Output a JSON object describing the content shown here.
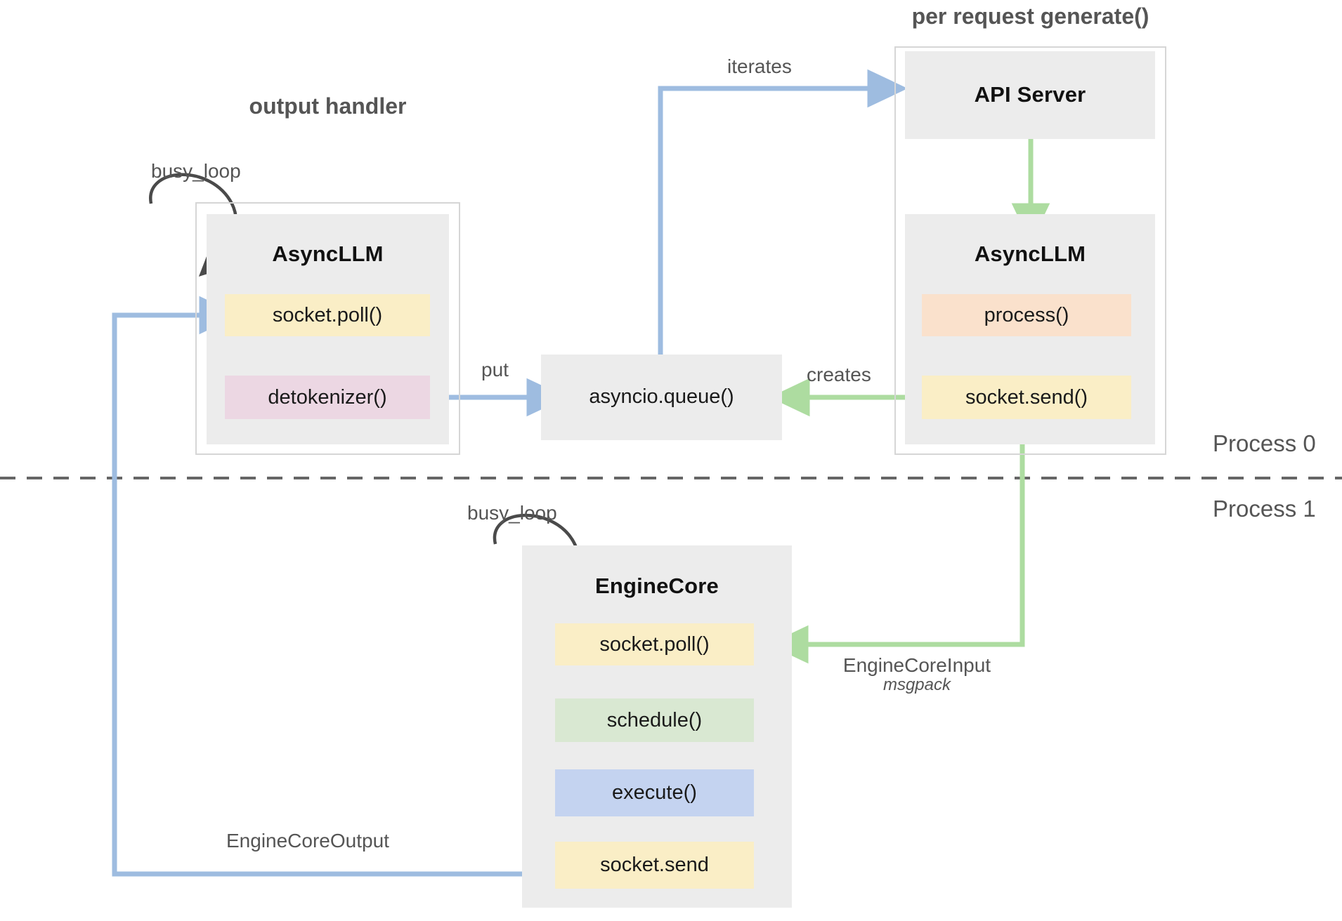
{
  "diagram": {
    "title_hidden": "vLLM V1 async request flow",
    "groups": [
      {
        "id": "output-handler",
        "label": "output handler"
      },
      {
        "id": "per-request-generate",
        "label": "per request generate()"
      }
    ],
    "panels": [
      {
        "id": "async-llm-left",
        "title": "AsyncLLM",
        "items": [
          {
            "label": "socket.poll()",
            "color": "#faeec6"
          },
          {
            "label": "detokenizer()",
            "color": "#ecd7e3"
          }
        ]
      },
      {
        "id": "api-server",
        "title": "API Server",
        "items": []
      },
      {
        "id": "async-llm-right",
        "title": "AsyncLLM",
        "items": [
          {
            "label": "process()",
            "color": "#fae1cc"
          },
          {
            "label": "socket.send()",
            "color": "#faeec6"
          }
        ]
      },
      {
        "id": "engine-core",
        "title": "EngineCore",
        "items": [
          {
            "label": "socket.poll()",
            "color": "#faeec6"
          },
          {
            "label": "schedule()",
            "color": "#d9e8d2"
          },
          {
            "label": "execute()",
            "color": "#c4d3f0"
          },
          {
            "label": "socket.send",
            "color": "#faeec6"
          }
        ]
      }
    ],
    "plain_boxes": [
      {
        "id": "asyncio-queue",
        "label": "asyncio.queue()"
      }
    ],
    "edge_labels": {
      "busy_loop_top": "busy_loop",
      "busy_loop_bottom": "busy_loop",
      "iterates": "iterates",
      "put": "put",
      "creates": "creates",
      "engine_core_input": "EngineCoreInput",
      "engine_core_input_sub": "msgpack",
      "engine_core_output": "EngineCoreOutput"
    },
    "process_labels": {
      "top": "Process 0",
      "bottom": "Process 1"
    },
    "colors": {
      "panel_bg": "#ececec",
      "frame_border": "#d6d6d6",
      "blue_arrow": "#9ebce0",
      "green_arrow": "#addca0",
      "black_arrow": "#4a4a4a",
      "divider": "#666666",
      "text_dark": "#1a1a1a",
      "text_gray": "#555555",
      "yellow": "#faeec6",
      "pink": "#ecd7e3",
      "peach": "#fae1cc",
      "green": "#d9e8d2",
      "blue": "#c4d3f0"
    }
  }
}
